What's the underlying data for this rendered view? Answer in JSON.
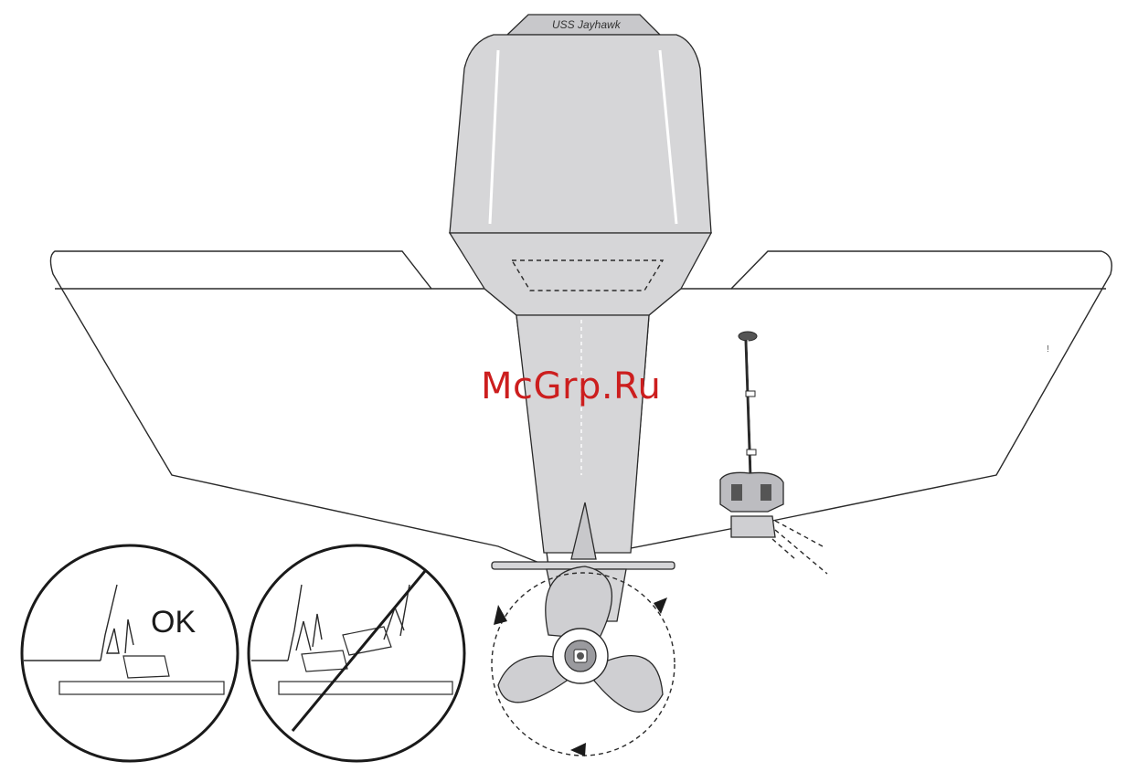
{
  "diagram": {
    "motor_brand": "USS Jayhawk",
    "watermark": "McGrp.Ru",
    "inset_ok_label": "OK",
    "hull_mark": "!"
  },
  "icons": {
    "correct_inset": "correct-mount-icon",
    "incorrect_inset": "prohibited-mount-icon",
    "rotation": "rotation-arrows-icon"
  },
  "colors": {
    "motor_gray": "#d6d6d8",
    "line": "#2a2a2a",
    "watermark_red": "#cc1e1e"
  }
}
